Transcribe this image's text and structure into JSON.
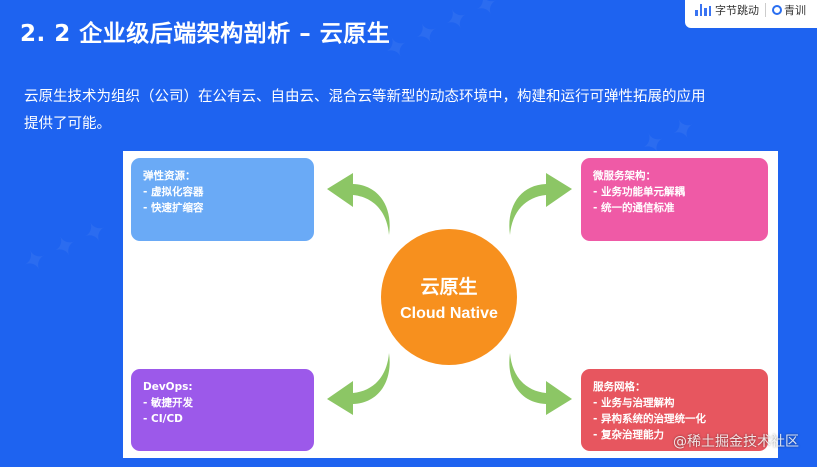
{
  "header": {
    "title": "2. 2  企业级后端架构剖析 – 云原生",
    "logo_text": "字节跳动",
    "logo_text_2": "青训"
  },
  "intro": {
    "line1": "云原生技术为组织（公司）在公有云、自由云、混合云等新型的动态环境中，构建和运行可弹性拓展的应用",
    "line2": "提供了可能。"
  },
  "diagram": {
    "center": {
      "zh": "云原生",
      "en": "Cloud Native"
    },
    "cards": {
      "top_left": {
        "title": "弹性资源：",
        "items": [
          "- 虚拟化容器",
          "- 快速扩缩容"
        ]
      },
      "top_right": {
        "title": "微服务架构：",
        "items": [
          "- 业务功能单元解耦",
          "- 统一的通信标准"
        ]
      },
      "bottom_left": {
        "title": "DevOps:",
        "items": [
          "- 敏捷开发",
          "- CI/CD"
        ]
      },
      "bottom_right": {
        "title": "服务网格：",
        "items": [
          "- 业务与治理解构",
          "- 异构系统的治理统一化",
          "- 复杂治理能力"
        ]
      }
    }
  },
  "footer": {
    "watermark": "@稀土掘金技术社区"
  },
  "colors": {
    "background": "#1e63f0",
    "card_top_left": "#6aaaf6",
    "card_top_right": "#ef5aa6",
    "card_bottom_left": "#9c59ea",
    "card_bottom_right": "#e7565f",
    "center": "#f7901e",
    "arrow": "#8cc665"
  }
}
